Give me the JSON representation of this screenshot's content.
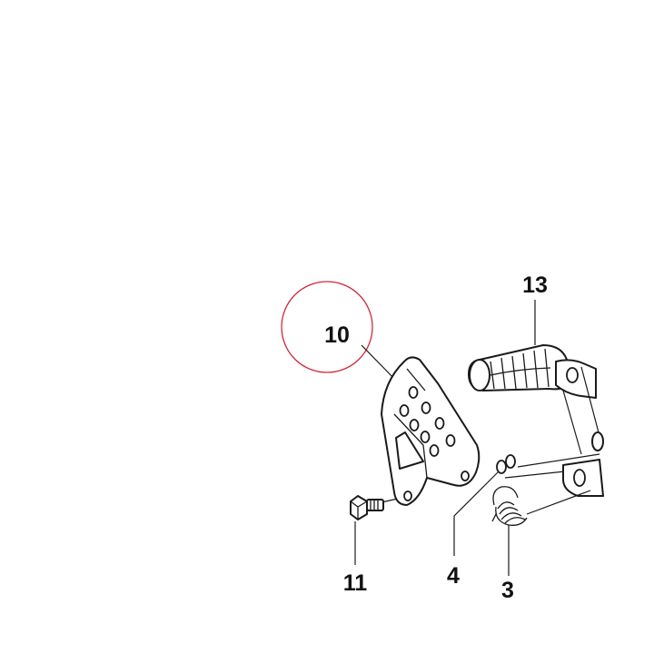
{
  "callouts": {
    "plate": "10",
    "footpeg": "13",
    "bolt": "11",
    "clip": "4",
    "spring": "3"
  },
  "colors": {
    "highlight_circle": "#d0283a",
    "line": "#1a1a1a",
    "background": "#ffffff"
  }
}
